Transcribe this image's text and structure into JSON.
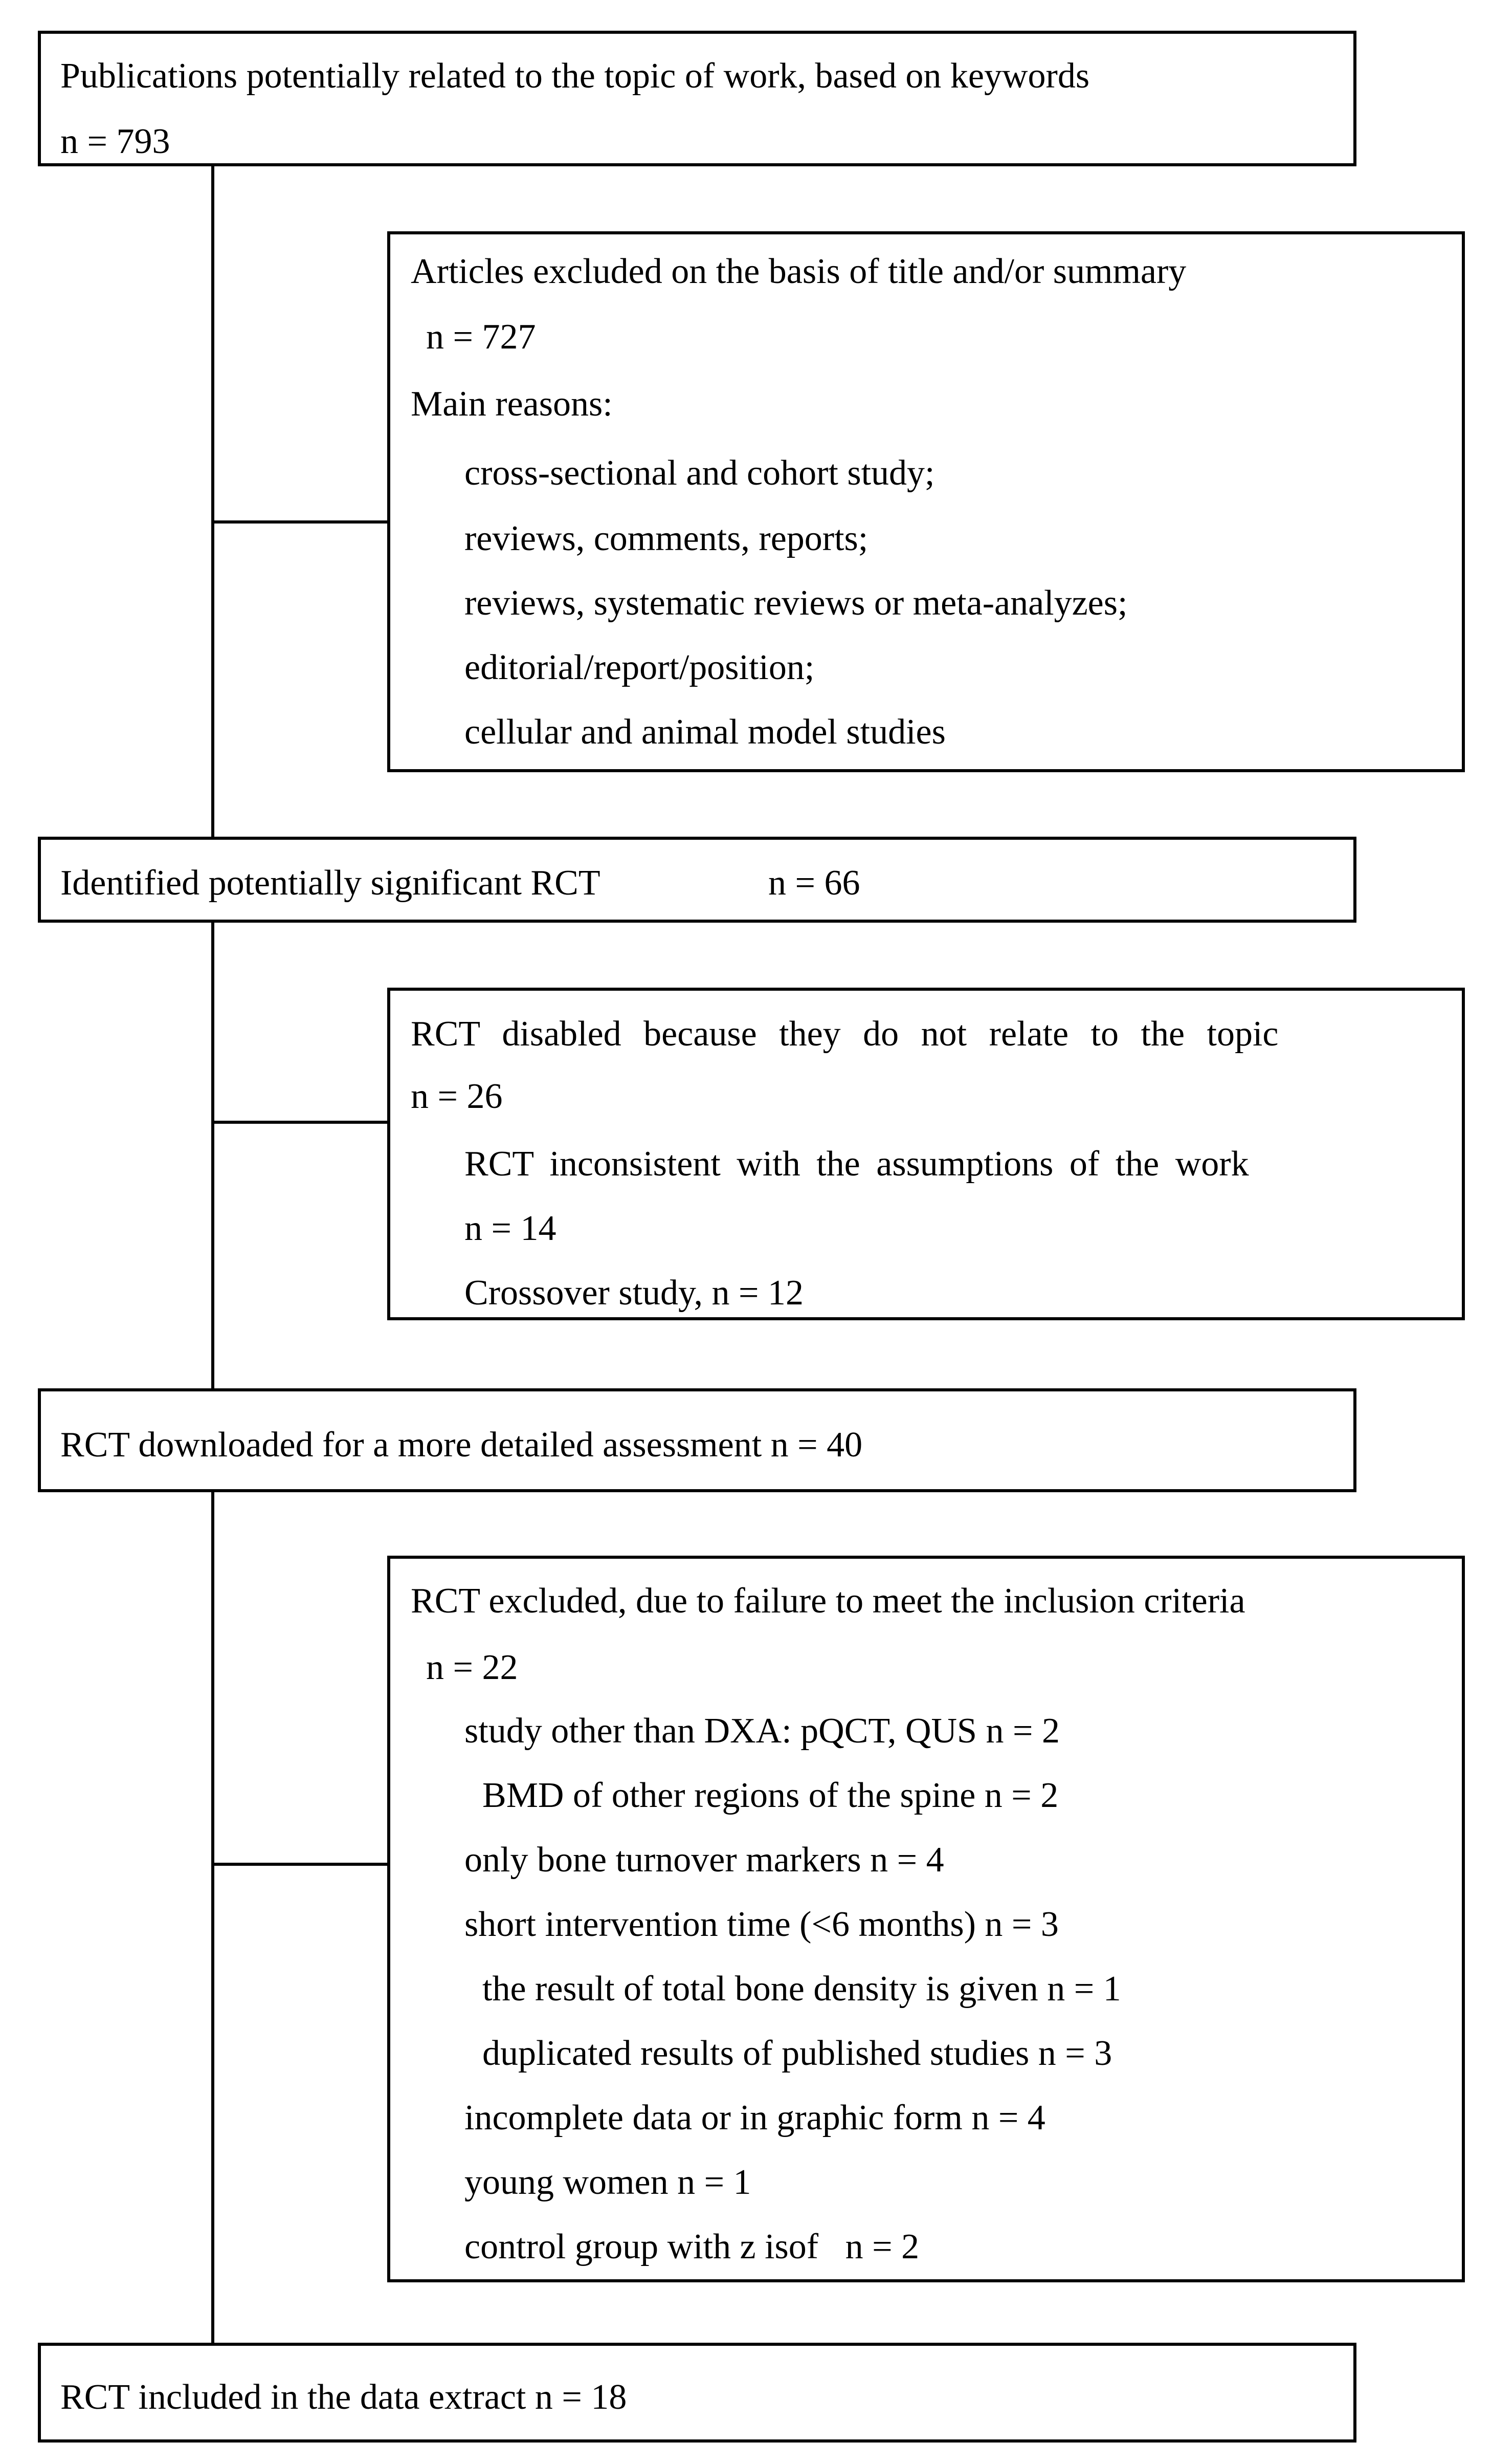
{
  "flowchart": {
    "publications": {
      "line1": "Publications potentially related to the topic of work, based on keywords",
      "line2": "n = 793"
    },
    "excluded_title": {
      "line1": "Articles excluded on the basis of title and/or summary",
      "line2": "n = 727",
      "reasons_label": "Main reasons:",
      "reasons": [
        "cross-sectional and cohort study;",
        "reviews, comments, reports;",
        "reviews, systematic reviews or meta-analyzes;",
        "editorial/report/position;",
        "cellular and animal model studies"
      ]
    },
    "identified": {
      "label": "Identified potentially significant RCT",
      "count": "n = 66"
    },
    "disabled": {
      "line1": "RCT disabled because they do not relate to the topic",
      "line2": "n = 26",
      "line3": "RCT inconsistent with the assumptions of the  work",
      "line4": "n = 14",
      "line5": "Crossover study, n = 12"
    },
    "downloaded": {
      "label": "RCT downloaded for a more detailed assessment n = 40"
    },
    "excluded_criteria": {
      "line1": "RCT excluded, due to failure to meet the inclusion criteria",
      "line2": "n = 22",
      "items": [
        "study other than DXA: pQCT, QUS n = 2",
        "BMD of other regions of the spine n = 2",
        "only bone turnover markers n = 4",
        "short intervention time (<6 months) n = 3",
        "the result of total bone density is given n = 1",
        "duplicated results of published studies n = 3",
        "incomplete data or in graphic form n = 4",
        "young women n = 1",
        "control group with z isof   n = 2"
      ]
    },
    "included": {
      "label": "RCT included in the data extract n = 18"
    }
  }
}
